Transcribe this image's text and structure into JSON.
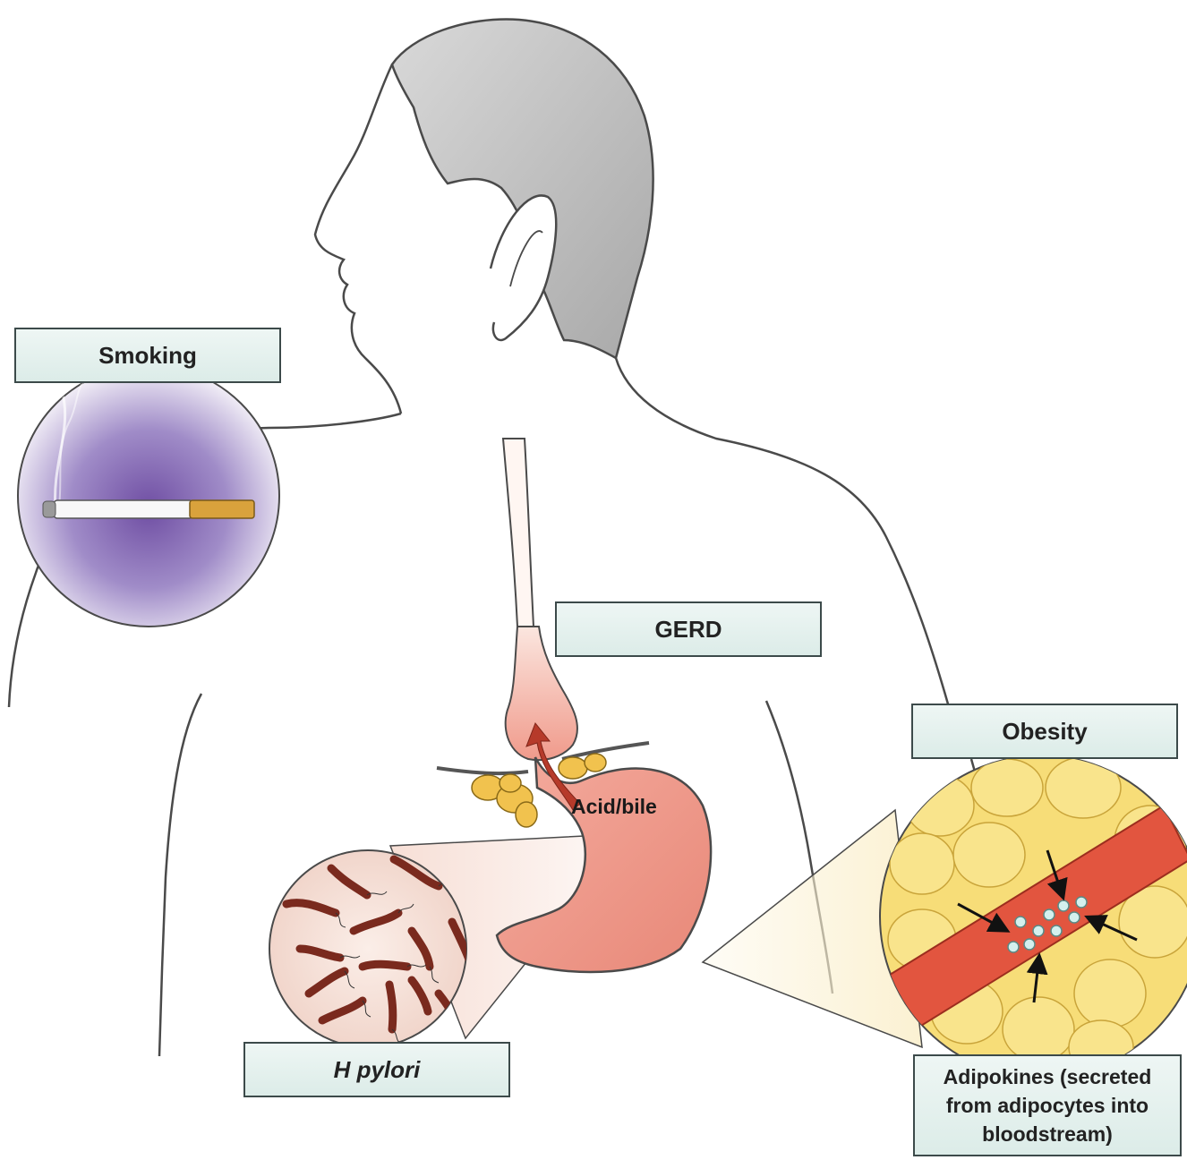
{
  "labels": {
    "smoking": "Smoking",
    "gerd": "GERD",
    "obesity": "Obesity",
    "h_pylori": "H pylori",
    "adipokines_line1": "Adipokines (secreted",
    "adipokines_line2": "from adipocytes into",
    "adipokines_line3": "bloodstream)",
    "acid_bile": "Acid/bile"
  },
  "colors": {
    "outline": "#4a4a4a",
    "hair": "#c9c9c9",
    "stomach": "#ef9a8c",
    "esophagus": "#f6c4b8",
    "fat": "#f3d25a",
    "vessel": "#e2553f",
    "bacteria": "#8a2e22",
    "smoke_glow": "#8a6fb8",
    "label_fill": "#e6f2ef",
    "label_border": "#3c4a4a",
    "adipokine_dot": "#d4f0ee"
  }
}
